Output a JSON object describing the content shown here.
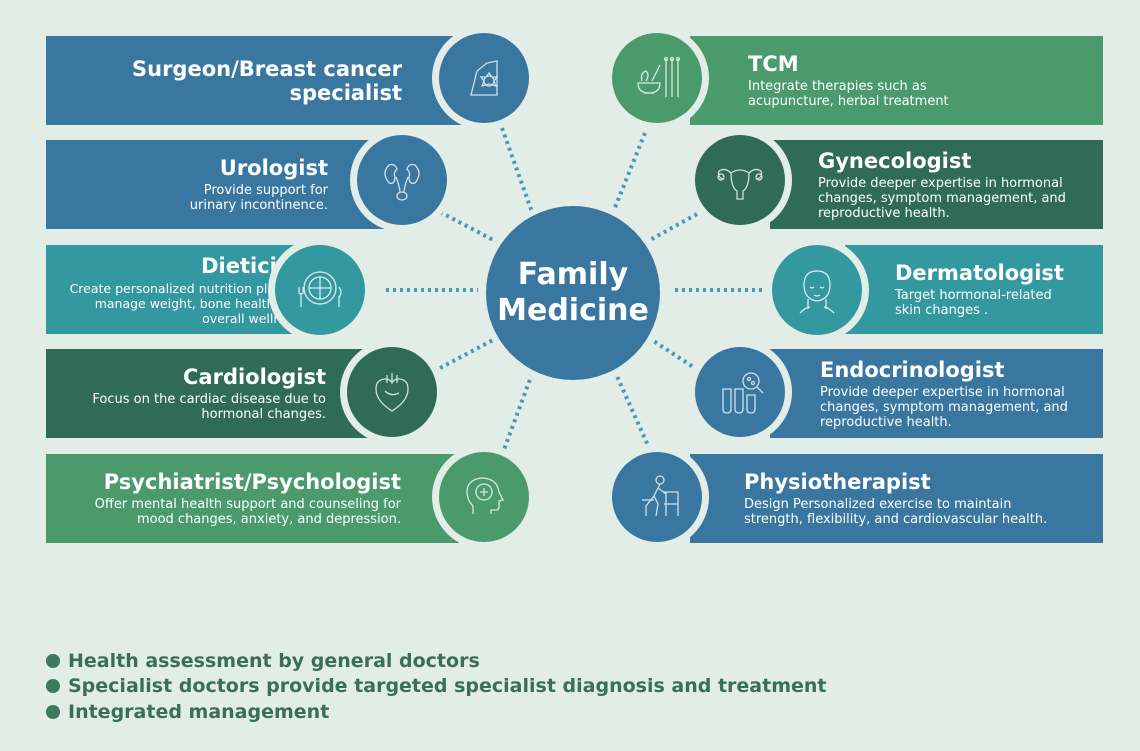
{
  "colors": {
    "background": "#e3ede8",
    "blue": "#3a77a0",
    "green": "#4a9a6c",
    "dark_green": "#2f6b57",
    "teal": "#3398a0",
    "bullet_text": "#3a6f57"
  },
  "center": {
    "line1": "Family",
    "line2": "Medicine"
  },
  "left_specialists": [
    {
      "title": "Surgeon/Breast cancer specialist",
      "description": "",
      "icon": "breast-ribbon-icon"
    },
    {
      "title": "Urologist",
      "description": "Provide support for urinary incontinence.",
      "icon": "kidney-icon"
    },
    {
      "title": "Dietician",
      "description": "Create personalized nutrition plans to manage weight, bone health, and overall wellness.",
      "icon": "plate-cutlery-icon"
    },
    {
      "title": "Cardiologist",
      "description": "Focus on the cardiac disease due to hormonal changes.",
      "icon": "heart-icon"
    },
    {
      "title": "Psychiatrist/Psychologist",
      "description": "Offer mental health support and counseling for mood changes, anxiety, and depression.",
      "icon": "head-cross-icon"
    }
  ],
  "right_specialists": [
    {
      "title": "TCM",
      "description": "Integrate  therapies such as acupuncture, herbal treatment",
      "icon": "mortar-needles-icon"
    },
    {
      "title": "Gynecologist",
      "description": "Provide deeper expertise in hormonal changes, symptom management, and reproductive health.",
      "icon": "uterus-icon"
    },
    {
      "title": "Dermatologist",
      "description": "Target hormonal-related skin changes .",
      "icon": "face-icon"
    },
    {
      "title": "Endocrinologist",
      "description": "Provide deeper expertise in hormonal changes, symptom management, and reproductive health.",
      "icon": "test-tubes-icon"
    },
    {
      "title": "Physiotherapist",
      "description": "Design Personalized exercise to maintain strength, flexibility, and cardiovascular health.",
      "icon": "walker-icon"
    }
  ],
  "bullets": [
    "Health assessment by general doctors",
    "Specialist doctors provide targeted specialist diagnosis and treatment",
    "Integrated management"
  ]
}
